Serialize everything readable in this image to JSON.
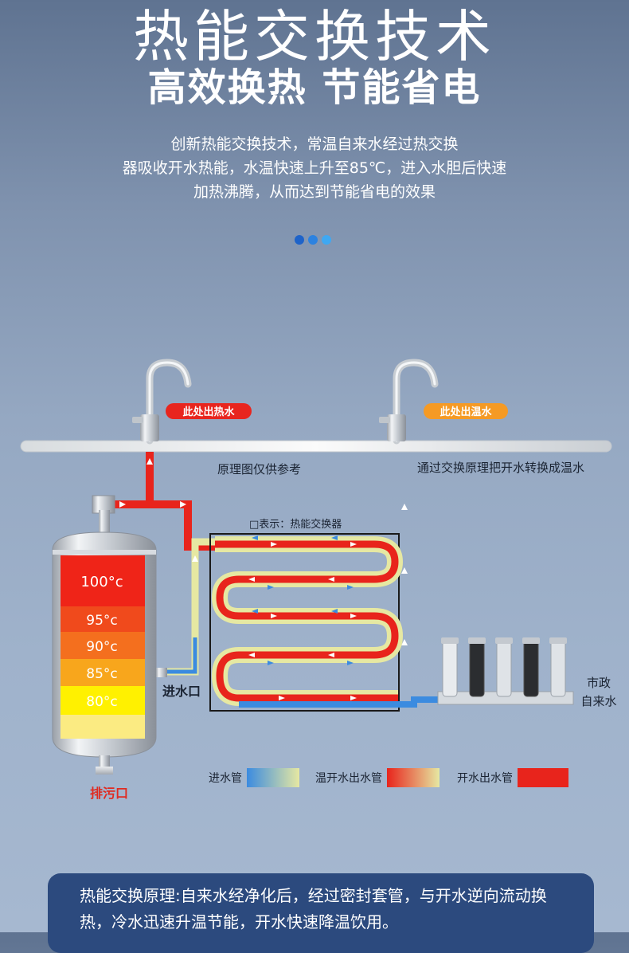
{
  "header": {
    "title": "热能交换技术",
    "subtitle": "高效换热 节能省电",
    "intro_lines": [
      "创新热能交换技术，常温自来水经过热交换",
      "器吸收开水热能，水温快速上升至85℃，进入水胆后快速",
      "加热沸腾，从而达到节能省电的效果"
    ],
    "dot_colors": [
      "#1e63c9",
      "#2c82e0",
      "#3fa8f2"
    ]
  },
  "diagram": {
    "hot_tap_label": "此处出热水",
    "warm_tap_label": "此处出温水",
    "reference_note": "原理图仅供参考",
    "exchange_note": "通过交换原理把开水转换成温水",
    "legend_box_label": "□表示：热能交换器",
    "inlet_label": "进水口",
    "drain_label": "排污口",
    "municipal_label_1": "市政",
    "municipal_label_2": "自来水",
    "tank_temps": [
      "100°c",
      "95°c",
      "90°c",
      "85°c",
      "80°c"
    ],
    "legend": [
      {
        "label": "进水管"
      },
      {
        "label": "温开水出水管"
      },
      {
        "label": "开水出水管"
      }
    ],
    "colors": {
      "hot_badge": "#e8251e",
      "warm_badge": "#f59a24",
      "hot_pipe": "#e8241c",
      "cold_pipe": "#3b8be0",
      "warm_pipe": "#e6e8a2",
      "drain_text": "#e02a20"
    }
  },
  "footer": {
    "note_line_1": "热能交换原理:自来水经净化后，经过密封套管，与开水逆向流动换",
    "note_line_2": "热，冷水迅速升温节能，开水快速降温饮用。"
  }
}
